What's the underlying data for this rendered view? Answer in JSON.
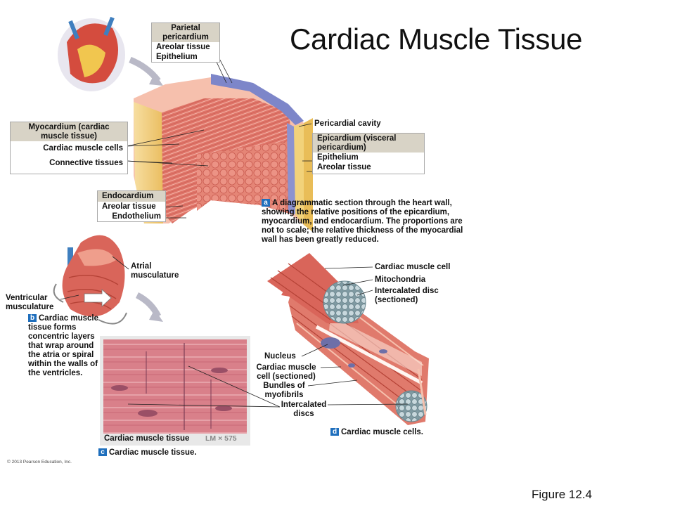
{
  "slide": {
    "title": "Cardiac Muscle Tissue",
    "figure_number": "Figure 12.4",
    "copyright": "© 2013 Pearson Education, Inc."
  },
  "panel_a": {
    "parietal_box": {
      "heading": "Parietal pericardium",
      "items": [
        "Areolar tissue",
        "Epithelium"
      ]
    },
    "myocardium_box": {
      "heading": "Myocardium (cardiac muscle tissue)",
      "items": [
        "Cardiac muscle cells",
        "Connective tissues"
      ]
    },
    "endocardium_box": {
      "heading": "Endocardium",
      "items": [
        "Areolar tissue",
        "Endothelium"
      ]
    },
    "pericardial_cavity": "Pericardial cavity",
    "epicardium_box": {
      "heading": "Epicardium (visceral pericardium)",
      "items": [
        "Epithelium",
        "Areolar tissue"
      ]
    },
    "badge": "a",
    "caption": "A diagrammatic section through the heart wall, showing the relative positions of the epicardium, myocardium, and endocardium. The proportions are not to scale; the relative thickness of the myocardial wall has been greatly reduced."
  },
  "panel_b": {
    "atrial": "Atrial musculature",
    "ventricular": "Ventricular musculature",
    "badge": "b",
    "caption": "Cardiac muscle tissue forms concentric layers that wrap around the atria or spiral within the walls of the ventricles."
  },
  "panel_c": {
    "micrograph_label": "Cardiac muscle tissue",
    "magnification": "LM × 575",
    "badge": "c",
    "caption": "Cardiac muscle tissue."
  },
  "panel_d": {
    "labels": {
      "cardiac_muscle_cell": "Cardiac muscle cell",
      "mitochondria": "Mitochondria",
      "intercalated_sectioned": "Intercalated disc (sectioned)",
      "nucleus": "Nucleus",
      "cell_sectioned": "Cardiac muscle cell (sectioned)",
      "bundles": "Bundles of myofibrils",
      "intercalated_discs": "Intercalated discs"
    },
    "badge": "d",
    "caption": "Cardiac muscle cells."
  },
  "colors": {
    "muscle": "#d9655a",
    "muscle_light": "#f0a99c",
    "pericardium_blue": "#7d86c9",
    "fat_yellow": "#f2d27a",
    "badge_blue": "#1f6fbd",
    "micrograph": "#d9808a"
  }
}
